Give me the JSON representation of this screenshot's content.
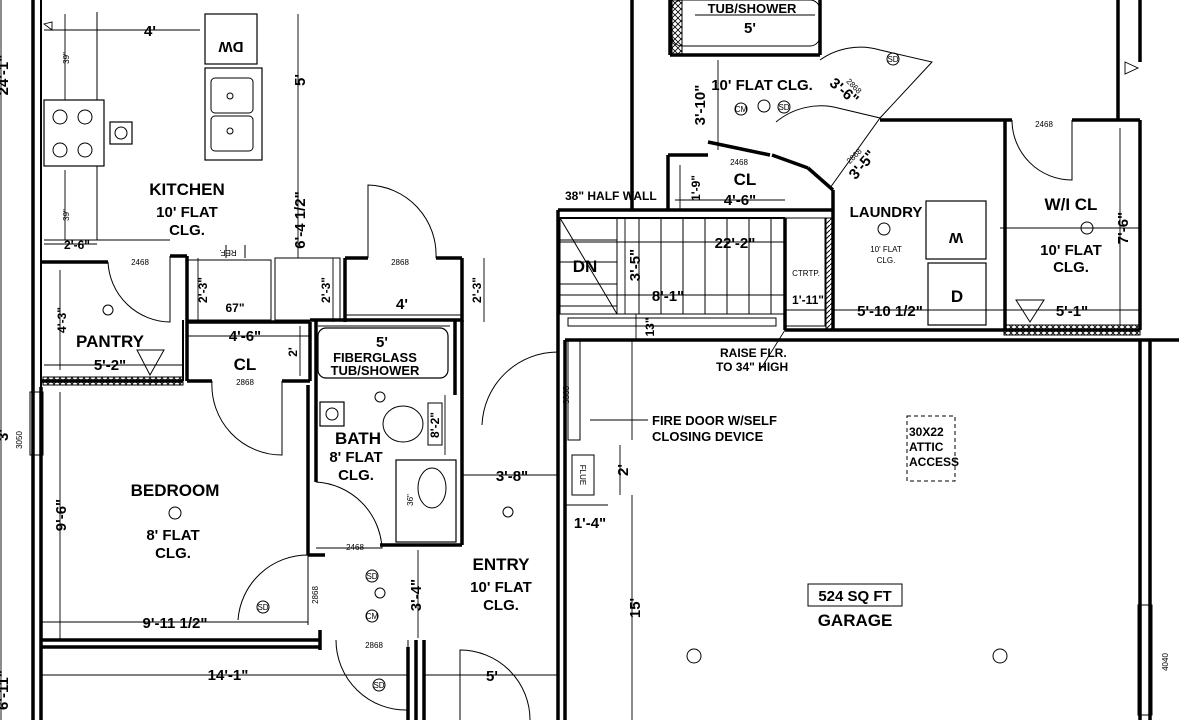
{
  "rooms": {
    "kitchen": {
      "name": "KITCHEN",
      "clg1": "10' FLAT",
      "clg2": "CLG."
    },
    "pantry": {
      "name": "PANTRY"
    },
    "closet1": {
      "name": "CL"
    },
    "bath": {
      "name": "BATH",
      "clg1": "8' FLAT",
      "clg2": "CLG."
    },
    "bedroom": {
      "name": "BEDROOM",
      "clg1": "8' FLAT",
      "clg2": "CLG."
    },
    "entry": {
      "name": "ENTRY",
      "clg1": "10' FLAT",
      "clg2": "CLG."
    },
    "hall": {
      "clg": "10' FLAT CLG."
    },
    "closet2": {
      "name": "CL"
    },
    "laundry": {
      "name": "LAUNDRY",
      "clg1": "10' FLAT",
      "clg2": "CLG."
    },
    "wicl": {
      "name": "W/I CL",
      "clg1": "10' FLAT",
      "clg2": "CLG."
    },
    "garage": {
      "area": "524 SQ FT",
      "name": "GARAGE"
    }
  },
  "fixtures": {
    "dw": "DW",
    "ref": "REF.",
    "tub1": "TUB/SHOWER",
    "tub2_1": "FIBERGLASS",
    "tub2_2": "TUB/SHOWER",
    "washer": "W",
    "dryer": "D",
    "ctrtp": "CTRTP.",
    "flue": "FLUE",
    "attic1": "30X22",
    "attic2": "ATTIC",
    "attic3": "ACCESS",
    "dn": "DN",
    "sd": "SD",
    "cm": "CM",
    "w36": "36\"",
    "w67": "67\""
  },
  "notes": {
    "half_wall": "38\" HALF WALL",
    "raise1": "RAISE FLR.",
    "raise2": "TO 34\" HIGH",
    "fire1": "FIRE DOOR W/SELF",
    "fire2": "CLOSING DEVICE"
  },
  "doors": {
    "d2468": "2468",
    "d2868": "2868",
    "d3068": "3068",
    "w3050": "3050",
    "w4040": "4040"
  },
  "dims": {
    "k_4": "4'",
    "k_39a": "39\"",
    "k_39b": "39\"",
    "k_5": "5'",
    "k_26": "2'-6\"",
    "k_6412": "6'-4 1/2\"",
    "k_23a": "2'-3\"",
    "k_23b": "2'-3\"",
    "k_23c": "2'-3\"",
    "k_4b": "4'",
    "p_43": "4'-3\"",
    "p_52": "5'-2\"",
    "c_46": "4'-6\"",
    "c_2": "2'",
    "b_5": "5'",
    "b_82": "8'-2\"",
    "e_38": "3'-8\"",
    "e_34": "3'-4\"",
    "e_5": "5'",
    "bd_96": "9'-6\"",
    "bd_91112": "9'-11 1/2\"",
    "bd_141": "14'-1\"",
    "left_241": "24'-1\"",
    "left_3": "3'",
    "left_611": "6'-11\"",
    "h_5": "5'",
    "h_310": "3'-10\"",
    "h_36": "3'-6\"",
    "h_35": "3'-5\"",
    "cl_19": "1'-9\"",
    "cl_46": "4'-6\"",
    "s_222": "22'-2\"",
    "s_35": "3'-5\"",
    "s_81": "8'-1\"",
    "s_13": "13\"",
    "l_111": "1'-11\"",
    "l_51012": "5'-10 1/2\"",
    "w_76": "7'-6\"",
    "w_51": "5'-1\"",
    "g_2": "2'",
    "g_14": "1'-4\"",
    "g_15": "15'"
  }
}
